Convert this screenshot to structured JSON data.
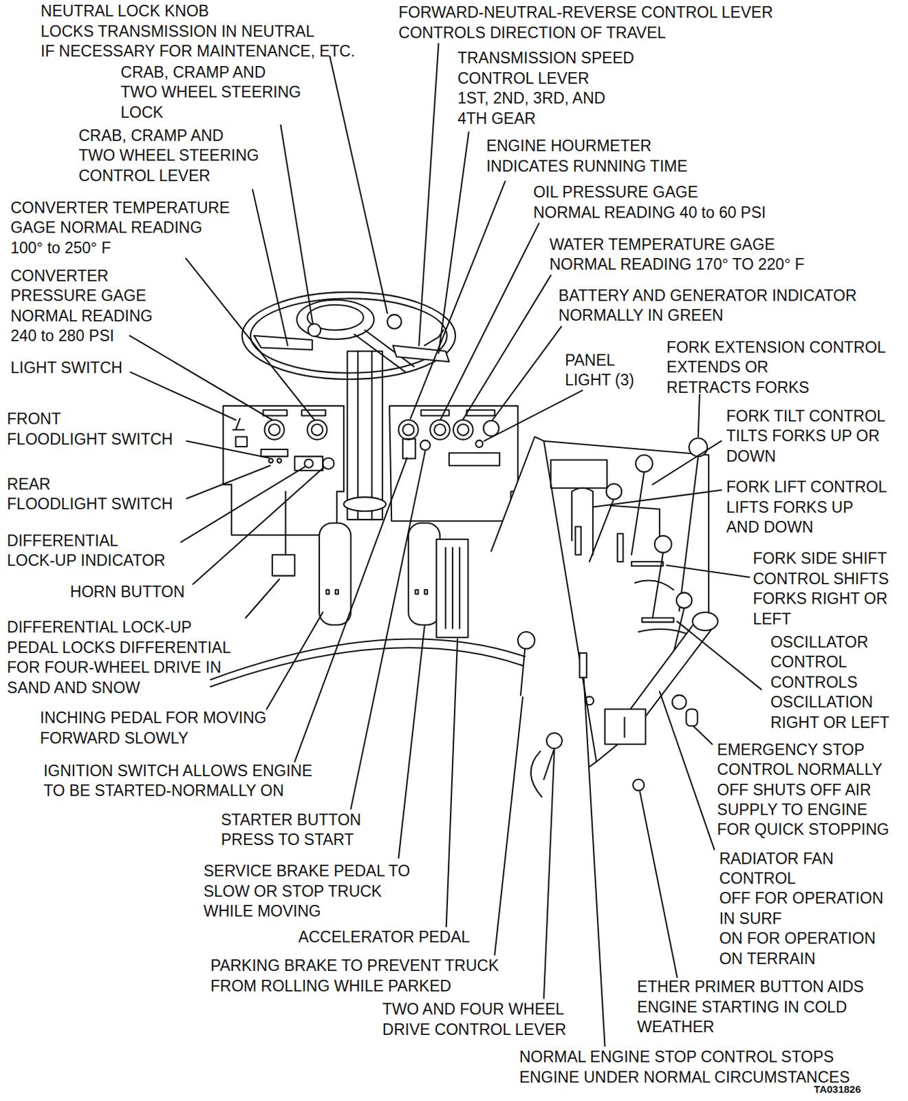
{
  "diagram": {
    "labels": [
      "NEUTRAL LOCK KNOB LOCKS TRANSMISSION IN NEUTRAL IF NECESSARY FOR MAINTENANCE, ETC.",
      "FORWARD-NEUTRAL-REVERSE CONTROL LEVER CONTROLS DIRECTION OF TRAVEL",
      "CRAB, CRAMP AND TWO WHEEL STEERING LOCK",
      "TRANSMISSION SPEED CONTROL LEVER 1ST, 2ND, 3RD, AND 4TH GEAR",
      "CRAB, CRAMP AND TWO WHEEL STEERING CONTROL LEVER",
      "ENGINE HOURMETER INDICATES RUNNING TIME",
      "OIL PRESSURE GAGE NORMAL READING 40 to 60 PSI",
      "CONVERTER TEMPERATURE GAGE NORMAL READING 100° to 250° F",
      "WATER TEMPERATURE GAGE NORMAL READING 170° TO 220° F",
      "CONVERTER PRESSURE GAGE NORMAL READING 240 to 280 PSI",
      "BATTERY AND GENERATOR INDICATOR NORMALLY IN GREEN",
      "PANEL LIGHT (3)",
      "FORK EXTENSION CONTROL EXTENDS OR RETRACTS FORKS",
      "LIGHT SWITCH",
      "FORK TILT CONTROL TILTS FORKS UP OR DOWN",
      "FRONT FLOODLIGHT SWITCH",
      "FORK LIFT CONTROL LIFTS FORKS UP AND DOWN",
      "REAR FLOODLIGHT SWITCH",
      "DIFFERENTIAL LOCK-UP INDICATOR",
      "FORK SIDE SHIFT CONTROL SHIFTS FORKS RIGHT OR LEFT",
      "HORN BUTTON",
      "DIFFERENTIAL LOCK-UP PEDAL LOCKS DIFFERENTIAL FOR FOUR-WHEEL DRIVE IN SAND AND SNOW",
      "OSCILLATOR CONTROL CONTROLS OSCILLATION RIGHT OR LEFT",
      "INCHING PEDAL FOR MOVING FORWARD SLOWLY",
      "EMERGENCY STOP CONTROL NORMALLY OFF SHUTS OFF AIR SUPPLY TO ENGINE FOR QUICK STOPPING",
      "IGNITION SWITCH ALLOWS ENGINE TO BE STARTED-NORMALLY ON",
      "STARTER BUTTON PRESS TO START",
      "RADIATOR FAN CONTROL OFF FOR OPERATION IN SURF ON FOR OPERATION ON TERRAIN",
      "SERVICE BRAKE PEDAL TO SLOW OR STOP TRUCK WHILE MOVING",
      "ACCELERATOR PEDAL",
      "PARKING BRAKE TO PREVENT TRUCK FROM ROLLING WHILE PARKED",
      "ETHER PRIMER BUTTON AIDS ENGINE STARTING IN COLD WEATHER",
      "TWO AND FOUR WHEEL DRIVE CONTROL LEVER",
      "NORMAL ENGINE STOP CONTROL STOPS ENGINE UNDER NORMAL CIRCUMSTANCES",
      "TA031826"
    ]
  }
}
